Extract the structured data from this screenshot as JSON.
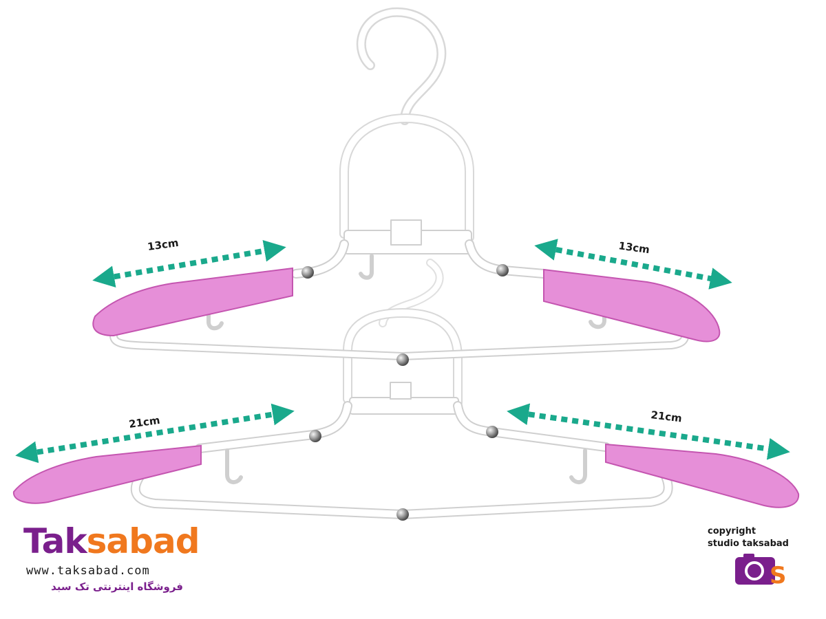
{
  "dimensions": {
    "top_left": "13cm",
    "top_right": "13cm",
    "bottom_left": "21cm",
    "bottom_right": "21cm"
  },
  "brand": {
    "logo_part1": "Tak",
    "logo_part2": "sabad",
    "url": "www.taksabad.com",
    "tagline_fa": "فروشگاه اینترنتی تک سبد"
  },
  "copyright": {
    "line1": "copyright",
    "line2": "studio taksabad"
  },
  "colors": {
    "pad_pink": "#e68fd8",
    "pad_magenta": "#e05fc4",
    "arrow_teal": "#1aa98c",
    "brand_purple": "#7a1f8c",
    "brand_orange": "#f0781e"
  }
}
